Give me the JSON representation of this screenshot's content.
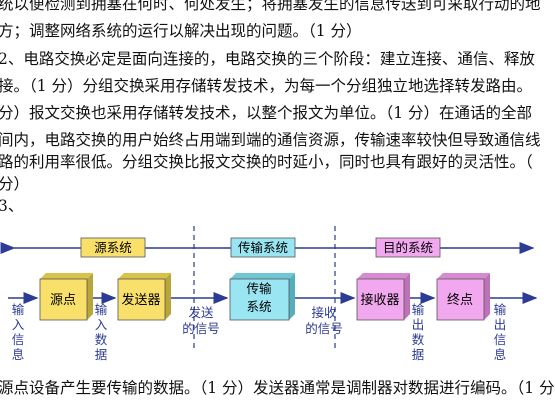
{
  "text_lines": [
    "统以便检测到拥塞在何时、何处发生；将拥塞发生的信息传送到可采取行动的地",
    "方；调整网络系统的运行以解决出现的问题。（1 分）",
    "2、电路交换必定是面向连接的，电路交换的三个阶段：建立连接、通信、释放",
    "接。（1 分）分组交换采用存储转发技术，为每一个分组独立地选择转发路由。",
    "分）报文交换也采用存储转发技术，以整个报文为单位。（1 分）在通话的全部",
    "间内，电路交换的用户始终占用端到端的通信资源，传输速率较快但导致通信线",
    "路的利用率很低。分组交换比报文交换的时延小，同时也具有跟好的灵活性。（",
    "分）",
    "3、"
  ],
  "diagram": {
    "sections": [
      "源系统",
      "传输系统",
      "目的系统"
    ],
    "boxes": [
      "源点",
      "发送器",
      "传输系统",
      "接收器",
      "终点"
    ],
    "labels": {
      "input_info": "输入信息",
      "input_data": "输入数据",
      "sent_signal": "发送的信号",
      "recv_signal": "接收的信号",
      "output_data": "输出数据",
      "output_info": "输出信息"
    },
    "colors": {
      "yellow": "#f8e06a",
      "cyan": "#99e6f2",
      "pink": "#f2a8ee",
      "arrow": "#2c3b93"
    }
  },
  "bottom_line": "源点设备产生要传输的数据。（1 分）发送器通常是调制器对数据进行编码。（1 分"
}
